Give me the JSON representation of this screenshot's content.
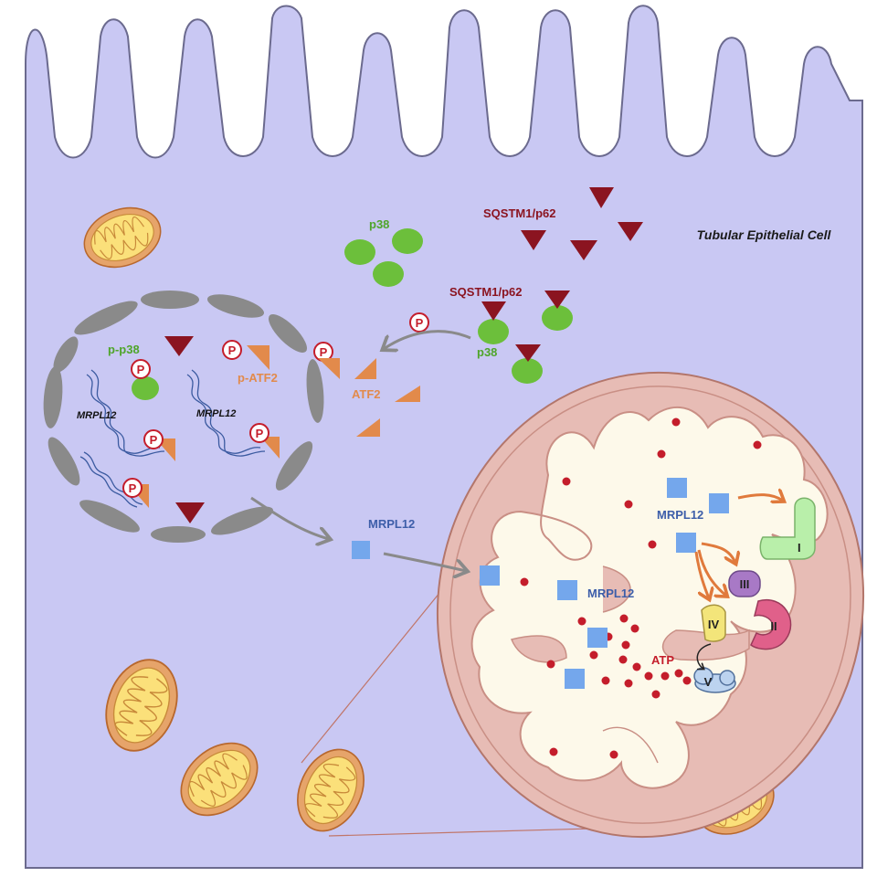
{
  "cell_label": "Tubular Epithelial Cell",
  "labels": {
    "sqstm1_top": "SQSTM1/p62",
    "sqstm1_complex": "SQSTM1/p62",
    "p38_free": "p38",
    "p38_complex": "p38",
    "p_p38": "p-p38",
    "p_atf2": "p-ATF2",
    "atf2": "ATF2",
    "mrpl12_gene_1": "MRPL12",
    "mrpl12_gene_2": "MRPL12",
    "mrpl12_cytoplasm": "MRPL12",
    "mrpl12_mito_1": "MRPL12",
    "mrpl12_mito_2": "MRPL12",
    "atp": "ATP",
    "phospho": "P",
    "complex_I": "I",
    "complex_II": "II",
    "complex_III": "III",
    "complex_IV": "IV",
    "complex_V": "V"
  },
  "colors": {
    "cytoplasm": "#c9c8f3",
    "cell_border": "#6b6a8e",
    "nucleus_envelope": "#8a8a8a",
    "p62": "#8b1420",
    "p38": "#6cbf3b",
    "atf2": "#e28a4b",
    "mrpl12": "#74a7ec",
    "mito_outer": "#e7bcb5",
    "mito_matrix": "#fdf9ea",
    "atp": "#c41d2b",
    "arrow_gray": "#8a8a8a",
    "arrow_orange": "#e07a3c",
    "phospho": "#c41d2b"
  },
  "icons": [
    "phospho-icon",
    "mitochondrion-icon",
    "dna-icon"
  ]
}
